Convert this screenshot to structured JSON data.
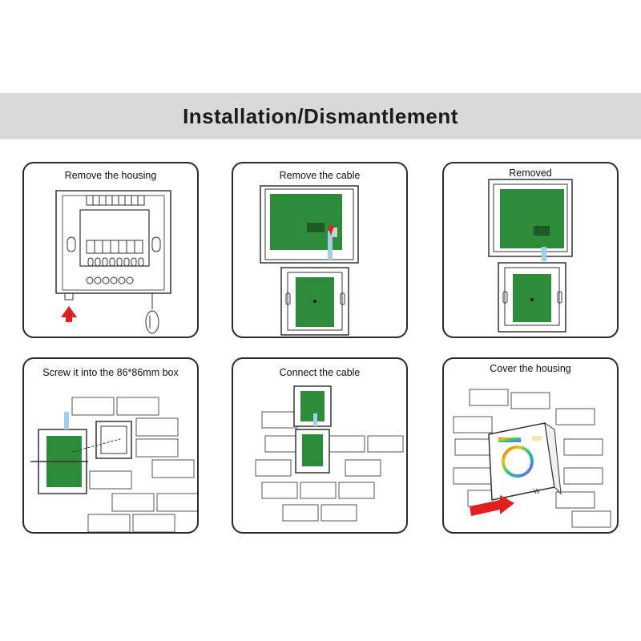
{
  "title": "Installation/Dismantlement",
  "steps": [
    {
      "caption": "Remove the housing",
      "illustration": "housing-removal-with-screwdriver"
    },
    {
      "caption": "Remove the cable",
      "illustration": "cable-removal"
    },
    {
      "caption": "Removed",
      "illustration": "panel-separated"
    },
    {
      "caption": "Screw it into the 86*86mm box",
      "illustration": "screw-into-wall-box"
    },
    {
      "caption": "Connect the cable",
      "illustration": "cable-connection"
    },
    {
      "caption": "Cover the housing",
      "illustration": "cover-housing-on-wall"
    }
  ],
  "device_label": "W",
  "colors": {
    "banner": "#d9d9d9",
    "pcb": "#2e8b3a",
    "arrow": "#e02020",
    "border": "#2b2b2b"
  }
}
